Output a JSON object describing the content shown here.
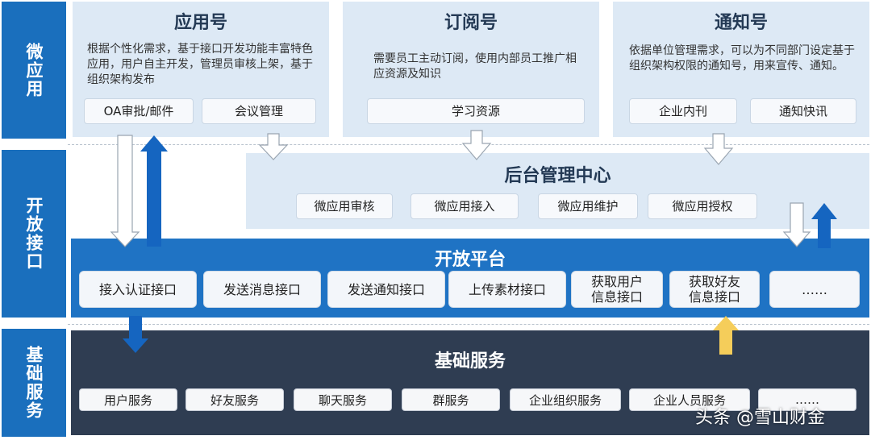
{
  "side": {
    "micro_app": "微应用",
    "open_api": "开放接口",
    "basic_service": "基础服务"
  },
  "apps": [
    {
      "title": "应用号",
      "desc": "根据个性化需求，基于接口开发功能丰富特色应用，用户自主开发，管理员审核上架，基于组织架构发布",
      "chips": [
        "OA审批/邮件",
        "会议管理"
      ]
    },
    {
      "title": "订阅号",
      "desc": "需要员工主动订阅，使用内部员工推广相应资源及知识",
      "chips": [
        "学习资源"
      ]
    },
    {
      "title": "通知号",
      "desc": "依据单位管理需求，可以为不同部门设定基于组织架构权限的通知号，用来宣传、通知。",
      "chips": [
        "企业内刊",
        "通知快讯"
      ]
    }
  ],
  "backend": {
    "title": "后台管理中心",
    "chips": [
      "微应用审核",
      "微应用接入",
      "微应用维护",
      "微应用授权"
    ]
  },
  "platform": {
    "title": "开放平台",
    "chips": [
      "接入认证接口",
      "发送消息接口",
      "发送通知接口",
      "上传素材接口",
      "获取用户\n信息接口",
      "获取好友\n信息接口",
      "……"
    ]
  },
  "basic": {
    "title": "基础服务",
    "chips": [
      "用户服务",
      "好友服务",
      "聊天服务",
      "群服务",
      "企业组织服务",
      "企业人员服务",
      "……"
    ]
  },
  "watermark": "头条 @雪山财金",
  "colors": {
    "side": "#1a6fbd",
    "panel": "#dde9f5",
    "platform": "#1f73c4",
    "basic": "#2f3d52",
    "arrow_blue": "#1565c0",
    "arrow_yellow": "#f5cd5a"
  }
}
